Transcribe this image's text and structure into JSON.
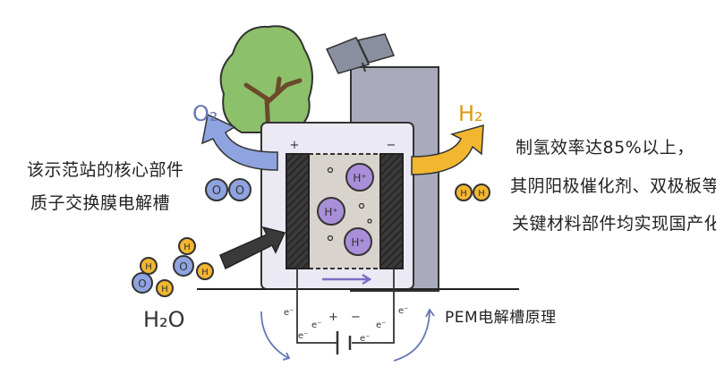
{
  "left_caption": {
    "line1": "该示范站的核心部件",
    "line2": "质子交换膜电解槽"
  },
  "right_caption": {
    "line1": "制氢效率达85%以上，",
    "line2": "其阴阳极催化剂、双极板等",
    "line3": "关键材料部件均实现国产化"
  },
  "diagram_title": "PEM电解槽原理",
  "labels": {
    "oxygen": "O₂",
    "hydrogen": "H₂",
    "water": "H₂O",
    "proton": "H⁺",
    "electron": "e⁻",
    "plus": "+",
    "minus": "−",
    "atom_o": "O",
    "atom_h": "H"
  },
  "colors": {
    "oxygen": "#8fa3e0",
    "hydrogen": "#f2b630",
    "proton": "#a98fd9",
    "building": "#a9abbd",
    "box": "#ebe9f4",
    "tree": "#8cc06a"
  }
}
